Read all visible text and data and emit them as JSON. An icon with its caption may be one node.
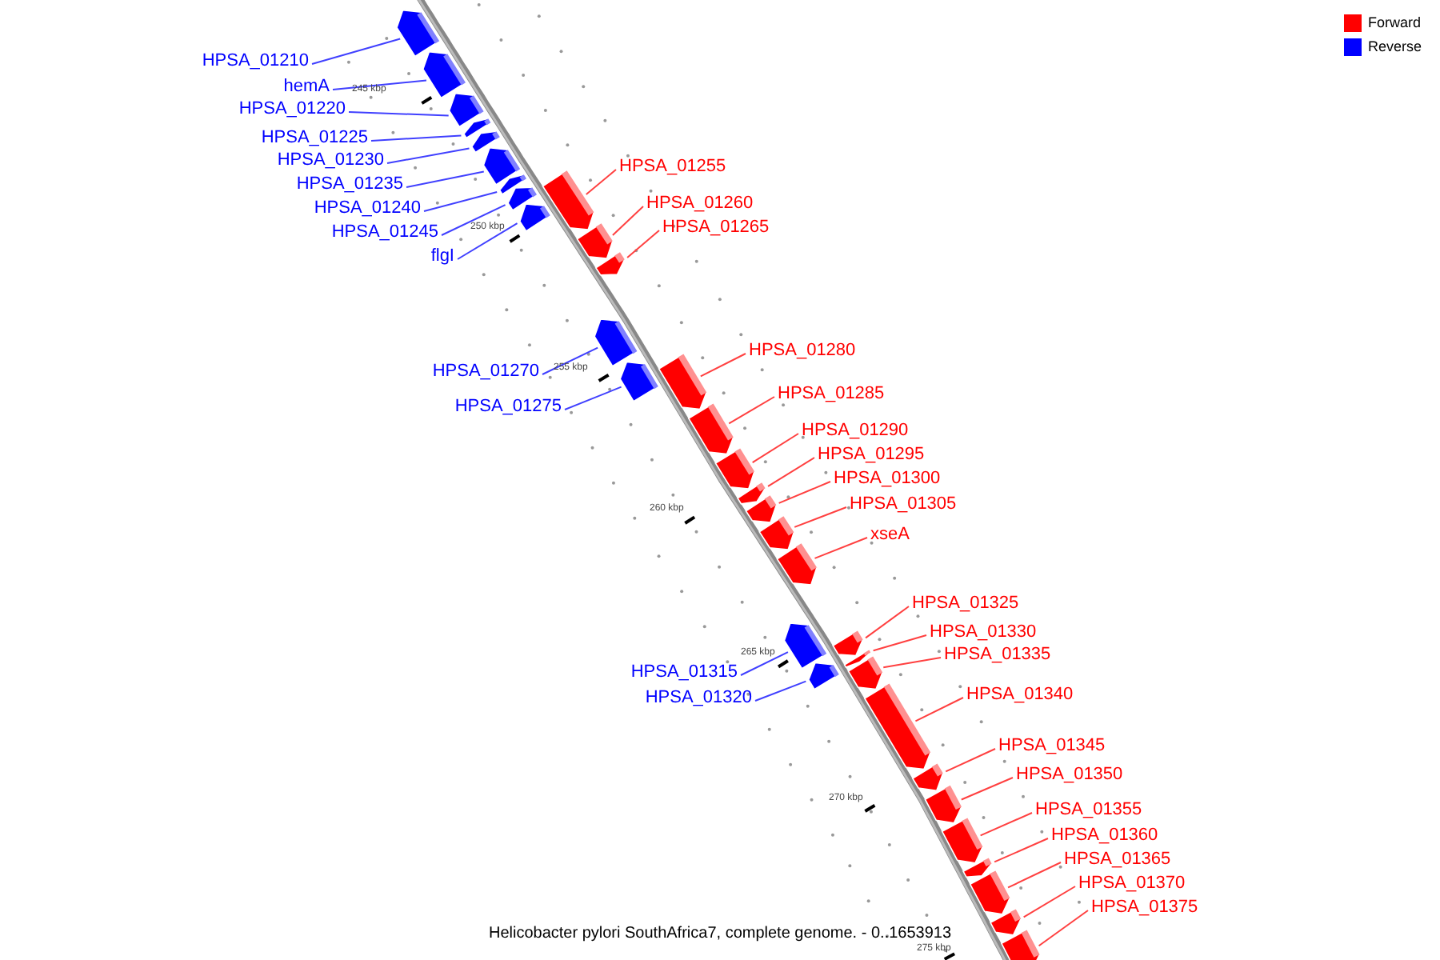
{
  "diagram": {
    "caption": "Helicobacter pylori SouthAfrica7, complete genome. - 0..1653913",
    "nodes": [
      {
        "text": [
          "HPSA_01210"
        ]
      },
      {
        "text": [],
        "shape": "arrow"
      },
      {
        "text": [
          "hemA"
        ]
      },
      {
        "text": [],
        "shape": "arrow"
      },
      {
        "text": [
          "HPSA_01220"
        ]
      },
      {
        "text": [],
        "shape": "arrow"
      },
      {
        "text": [
          "HPSA_01225"
        ]
      },
      {
        "text": [],
        "shape": "arrow"
      },
      {
        "text": [
          "HPSA_01230"
        ]
      },
      {
        "text": [],
        "shape": "arrow"
      },
      {
        "text": [
          "HPSA_01235"
        ]
      },
      {
        "text": [],
        "shape": "arrow"
      },
      {
        "text": [
          "HPSA_01240"
        ]
      },
      {
        "text": [],
        "shape": "arrow"
      },
      {
        "text": [
          "HPSA_01245"
        ]
      },
      {
        "text": [],
        "shape": "arrow"
      },
      {
        "text": [
          "flgI"
        ]
      },
      {
        "text": [],
        "shape": "arrow"
      },
      {
        "text": [
          "HPSA_01255"
        ]
      },
      {
        "text": [],
        "shape": "arrow"
      },
      {
        "text": [
          "HPSA_01260"
        ]
      },
      {
        "text": [],
        "shape": "arrow"
      },
      {
        "text": [
          "HPSA_01265"
        ]
      },
      {
        "text": [],
        "shape": "arrow"
      },
      {
        "text": [
          "HPSA_01270"
        ]
      },
      {
        "text": [],
        "shape": "arrow"
      },
      {
        "text": [
          "HPSA_01275"
        ]
      },
      {
        "text": [],
        "shape": "arrow"
      },
      {
        "text": [
          "HPSA_01280"
        ]
      },
      {
        "text": [],
        "shape": "arrow"
      },
      {
        "text": [
          "HPSA_01285"
        ]
      },
      {
        "text": [],
        "shape": "arrow"
      },
      {
        "text": [
          "HPSA_01290"
        ]
      },
      {
        "text": [],
        "shape": "arrow"
      },
      {
        "text": [
          "HPSA_01295"
        ]
      },
      {
        "text": [],
        "shape": "arrow"
      },
      {
        "text": [
          "HPSA_01300"
        ]
      },
      {
        "text": [],
        "shape": "arrow"
      },
      {
        "text": [
          "HPSA_01305"
        ]
      },
      {
        "text": [],
        "shape": "arrow"
      },
      {
        "text": [
          "xseA"
        ]
      },
      {
        "text": [],
        "shape": "arrow"
      },
      {
        "text": [
          "HPSA_01315"
        ]
      },
      {
        "text": [],
        "shape": "arrow"
      },
      {
        "text": [
          "HPSA_01320"
        ]
      },
      {
        "text": [],
        "shape": "arrow"
      },
      {
        "text": [
          "HPSA_01325"
        ]
      },
      {
        "text": [],
        "shape": "arrow"
      },
      {
        "text": [
          "HPSA_01330"
        ]
      },
      {
        "text": [],
        "shape": "arrow"
      },
      {
        "text": [
          "HPSA_01335"
        ]
      },
      {
        "text": [],
        "shape": "arrow"
      },
      {
        "text": [
          "HPSA_01340"
        ]
      },
      {
        "text": [],
        "shape": "arrow"
      },
      {
        "text": [
          "HPSA_01345"
        ]
      },
      {
        "text": [],
        "shape": "arrow"
      },
      {
        "text": [
          "HPSA_01350"
        ]
      },
      {
        "text": [],
        "shape": "arrow"
      },
      {
        "text": [
          "HPSA_01355"
        ]
      },
      {
        "text": [],
        "shape": "arrow"
      },
      {
        "text": [
          "HPSA_01360"
        ]
      },
      {
        "text": [],
        "shape": "arrow"
      },
      {
        "text": [
          "HPSA_01365"
        ]
      },
      {
        "text": [],
        "shape": "arrow"
      },
      {
        "text": [
          "HPSA_01370"
        ]
      },
      {
        "text": [],
        "shape": "arrow"
      },
      {
        "text": [
          "HPSA_01375"
        ]
      },
      {
        "text": [],
        "shape": "arrow"
      }
    ],
    "edges": [
      {
        "from": 0,
        "to": 1,
        "arrow": "none",
        "color": "#4040ff"
      },
      {
        "from": 2,
        "to": 3,
        "arrow": "none",
        "color": "#4040ff"
      },
      {
        "from": 4,
        "to": 5,
        "arrow": "none",
        "color": "#4040ff"
      },
      {
        "from": 6,
        "to": 7,
        "arrow": "none",
        "color": "#4040ff"
      },
      {
        "from": 8,
        "to": 9,
        "arrow": "none",
        "color": "#4040ff"
      },
      {
        "from": 10,
        "to": 11,
        "arrow": "none",
        "color": "#4040ff"
      },
      {
        "from": 12,
        "to": 13,
        "arrow": "none",
        "color": "#4040ff"
      },
      {
        "from": 14,
        "to": 15,
        "arrow": "none",
        "color": "#4040ff"
      },
      {
        "from": 16,
        "to": 17,
        "arrow": "none",
        "color": "#4040ff"
      },
      {
        "from": 18,
        "to": 19,
        "arrow": "none"
      },
      {
        "from": 20,
        "to": 21,
        "arrow": "none"
      },
      {
        "from": 22,
        "to": 23,
        "arrow": "none"
      },
      {
        "from": 24,
        "to": 25,
        "arrow": "none",
        "color": "#4040ff"
      },
      {
        "from": 26,
        "to": 27,
        "arrow": "none",
        "color": "#4040ff"
      },
      {
        "from": 28,
        "to": 29,
        "arrow": "none"
      },
      {
        "from": 30,
        "to": 31,
        "arrow": "none"
      },
      {
        "from": 32,
        "to": 33,
        "arrow": "none"
      },
      {
        "from": 34,
        "to": 35,
        "arrow": "none"
      },
      {
        "from": 36,
        "to": 37,
        "arrow": "none"
      },
      {
        "from": 38,
        "to": 39,
        "arrow": "none"
      },
      {
        "from": 40,
        "to": 41,
        "arrow": "none"
      },
      {
        "from": 42,
        "to": 43,
        "arrow": "none",
        "color": "#4040ff"
      },
      {
        "from": 44,
        "to": 45,
        "arrow": "none",
        "color": "#4040ff"
      },
      {
        "from": 46,
        "to": 47,
        "arrow": "none"
      },
      {
        "from": 48,
        "to": 49,
        "arrow": "none"
      },
      {
        "from": 50,
        "to": 51,
        "arrow": "none"
      },
      {
        "from": 52,
        "to": 53,
        "arrow": "none"
      },
      {
        "from": 54,
        "to": 55,
        "arrow": "none"
      },
      {
        "from": 56,
        "to": 57,
        "arrow": "none"
      },
      {
        "from": 58,
        "to": 59,
        "arrow": "none"
      },
      {
        "from": 60,
        "to": 61,
        "arrow": "none"
      },
      {
        "from": 62,
        "to": 63,
        "arrow": "none"
      },
      {
        "from": 64,
        "to": 65,
        "arrow": "none"
      },
      {
        "from": 66,
        "to": 67,
        "arrow": "none"
      }
    ],
    "labels": [
      "245 kbp",
      "250 kbp",
      "255 kbp",
      "260 kbp",
      "265 kbp",
      "270 kbp",
      "275 kbp"
    ],
    "legend": [
      {
        "text": "Forward",
        "color": "#ff0000"
      },
      {
        "text": "Reverse",
        "color": "#0000ff"
      }
    ]
  }
}
